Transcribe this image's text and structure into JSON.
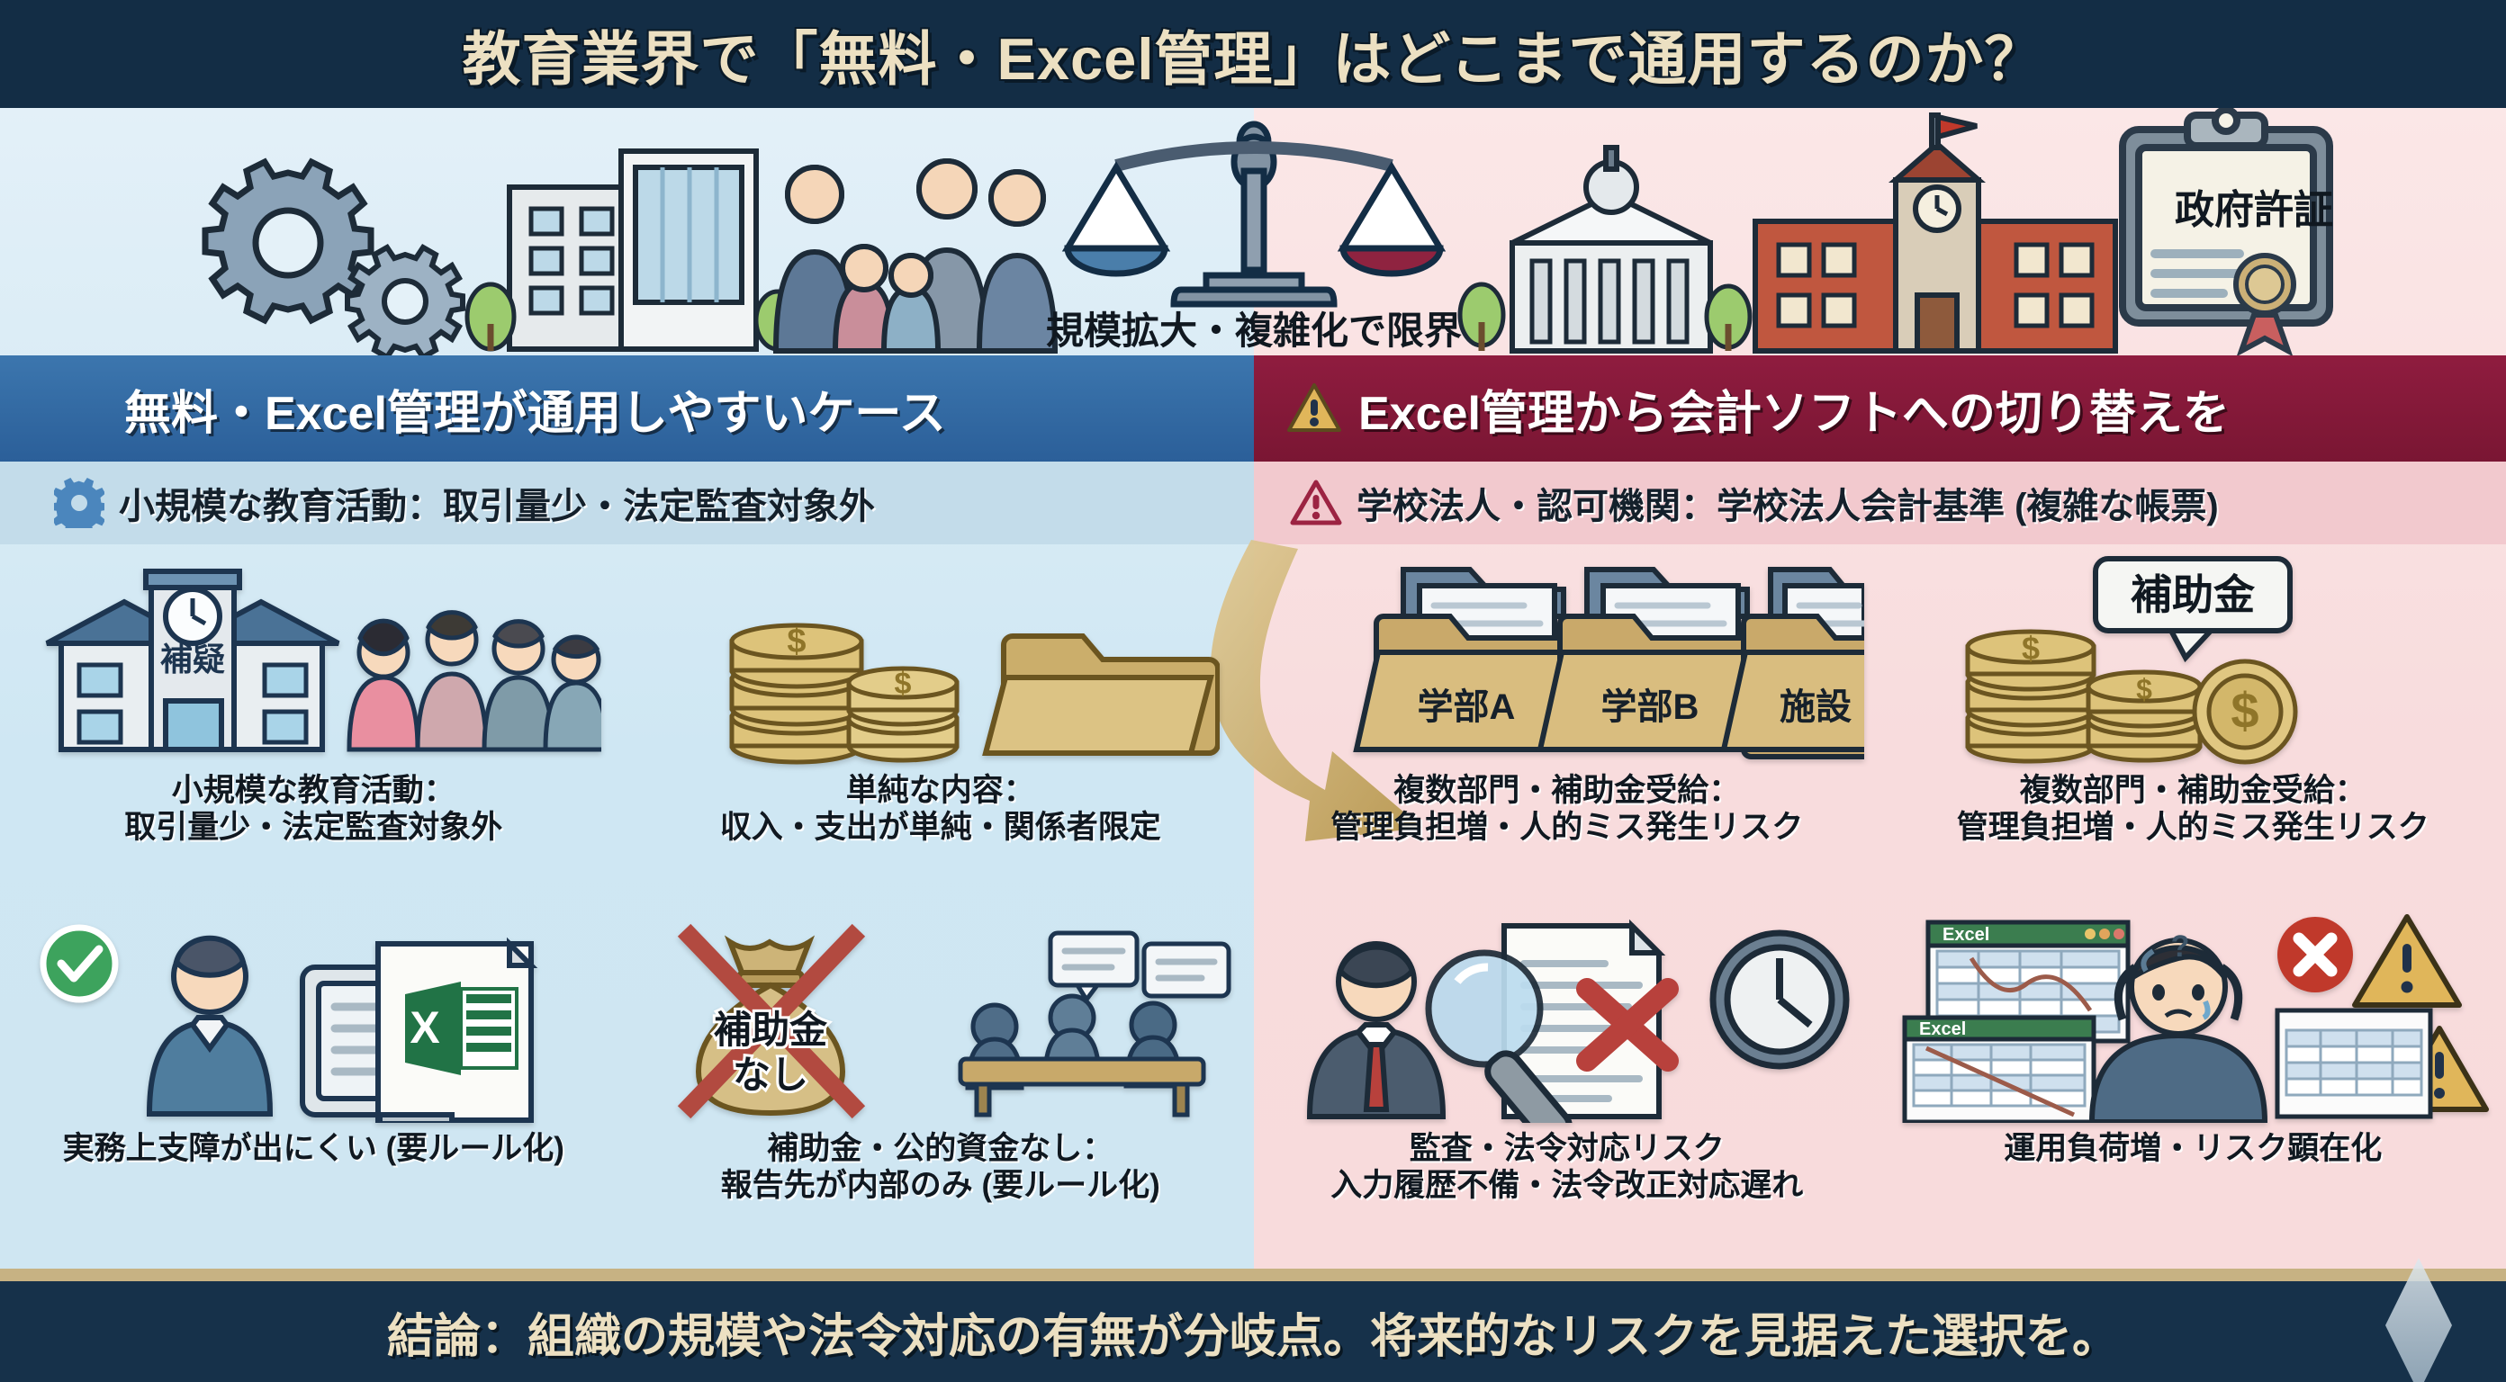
{
  "title": "教育業界で「無料・Excel管理」はどこまで通用するのか？",
  "top_band": {
    "scale_caption": "規模拡大・複雑化で限界",
    "certificate_label": "政府許証"
  },
  "left": {
    "banner": "無料・Excel管理が通用しやすいケース",
    "banner_icon": "gear-icon",
    "subheader": "小規模な教育活動：取引量少・法定監査対象外",
    "subheader_icon": "gear-icon",
    "school_sign": "補疑",
    "cards": [
      {
        "line1": "小規模な教育活動：",
        "line2": "取引量少・法定監査対象外",
        "art": "school-family-icon"
      },
      {
        "line1": "単純な内容：",
        "line2": "収入・支出が単純・関係者限定",
        "art": "coins-folder-icon"
      },
      {
        "line1": "",
        "line2": "実務上支障が出にくい (要ルール化)",
        "art": "person-excel-monitor-icon"
      },
      {
        "line1": "補助金・公的資金なし：",
        "line2": "報告先が内部のみ (要ルール化)",
        "art": "no-subsidy-meeting-icon"
      }
    ],
    "moneybag_label_1": "補助金",
    "moneybag_label_2": "なし",
    "check_badge": "check-icon"
  },
  "right": {
    "banner": "Excel管理から会計ソフトへの切り替えを",
    "banner_icon": "warning-triangle-icon",
    "subheader": "学校法人・認可機関：学校法人会計基準 (複雑な帳票)",
    "subheader_icon": "warning-outline-icon",
    "folders": [
      "学部A",
      "学部B",
      "施設"
    ],
    "subsidy_bubble": "補助金",
    "cards": [
      {
        "line1": "複数部門・補助金受給：",
        "line2": "管理負担増・人的ミス発生リスク",
        "art": "department-folders-icon"
      },
      {
        "line1": "複数部門・補助金受給：",
        "line2": "管理負担増・人的ミス発生リスク",
        "art": "coins-subsidy-icon"
      },
      {
        "line1": "監査・法令対応リスク",
        "line2": "入力履歴不備・法令改正対応遅れ",
        "art": "auditor-magnifier-clock-icon"
      },
      {
        "line1": "",
        "line2": "運用負荷増・リスク顕在化",
        "art": "stressed-person-excel-icon"
      }
    ],
    "excel_window_label": "Excel"
  },
  "footer": "結論：組織の規模や法令対応の有無が分岐点。将来的なリスクを見据えた選択を。",
  "colors": {
    "title_bg": "#132d45",
    "title_fg": "#ece0c2",
    "left_banner": "#2b5f99",
    "right_banner": "#8f1c3f",
    "left_bg": "#cfe7f3",
    "right_bg": "#f8dcdd",
    "arrow": "#c2a35f",
    "footer_bg": "#16314a",
    "footer_rule": "#c7b283"
  }
}
